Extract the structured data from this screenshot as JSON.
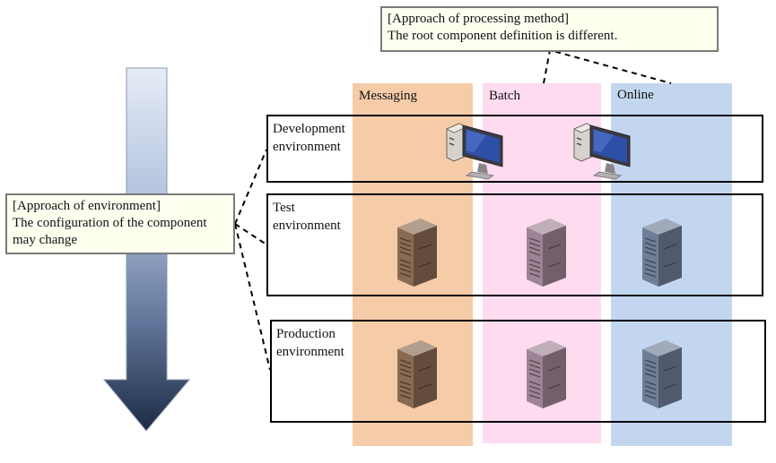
{
  "columns": [
    {
      "label": "Messaging",
      "color": "#f6cba8"
    },
    {
      "label": "Batch",
      "color": "#fedbef"
    },
    {
      "label": "Online",
      "color": "#c2d7ef"
    }
  ],
  "environments": [
    {
      "line1": "Development",
      "line2": "environment"
    },
    {
      "line1": "Test",
      "line2": "environment"
    },
    {
      "line1": "Production",
      "line2": "environment"
    }
  ],
  "notes": {
    "processing": {
      "title": "[Approach of processing method]",
      "body": "The root component definition is different."
    },
    "environment": {
      "title": "[Approach of environment]",
      "line2": "The configuration of the component",
      "line3": "may change"
    }
  },
  "icons": {
    "workstation": "computer-workstation-icon",
    "server": "server-tower-icon"
  }
}
